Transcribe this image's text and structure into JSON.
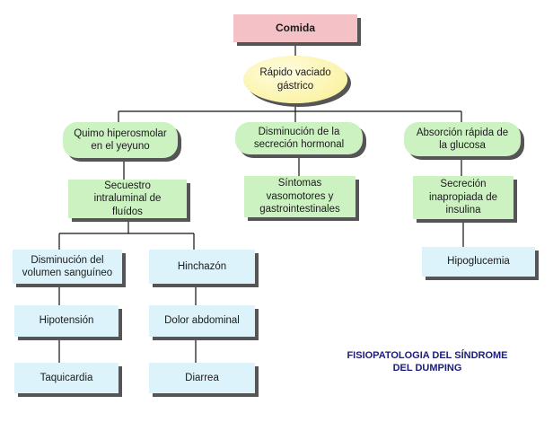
{
  "nodes": {
    "comida": "Comida",
    "rapido": "Rápido vaciado gástrico",
    "quimo": "Quimo hiperosmolar en el yeyuno",
    "disminucion_hormonal": "Disminución de la secreción hormonal",
    "absorcion": "Absorción rápida de la glucosa",
    "secuestro": "Secuestro intraluminal de fluídos",
    "sintomas": "Síntomas vasomotores y gastrointestinales",
    "secrecion": "Secreción inapropiada de insulina",
    "disminucion_volumen": "Disminución del volumen sanguíneo",
    "hinchazon": "Hinchazón",
    "hipoglucemia": "Hipoglucemia",
    "hipotension": "Hipotensión",
    "dolor": "Dolor abdominal",
    "taquicardia": "Taquicardia",
    "diarrea": "Diarrea"
  },
  "caption": {
    "line1": "FISIOPATOLOGIA DEL SÍNDROME",
    "line2": "DEL DUMPING"
  },
  "colors": {
    "root": "#f4c1c6",
    "step": "#ccf2c2",
    "ellipse": "#fbf3a8",
    "outcome": "#dcf3fb",
    "caption": "#1c1c7a"
  }
}
